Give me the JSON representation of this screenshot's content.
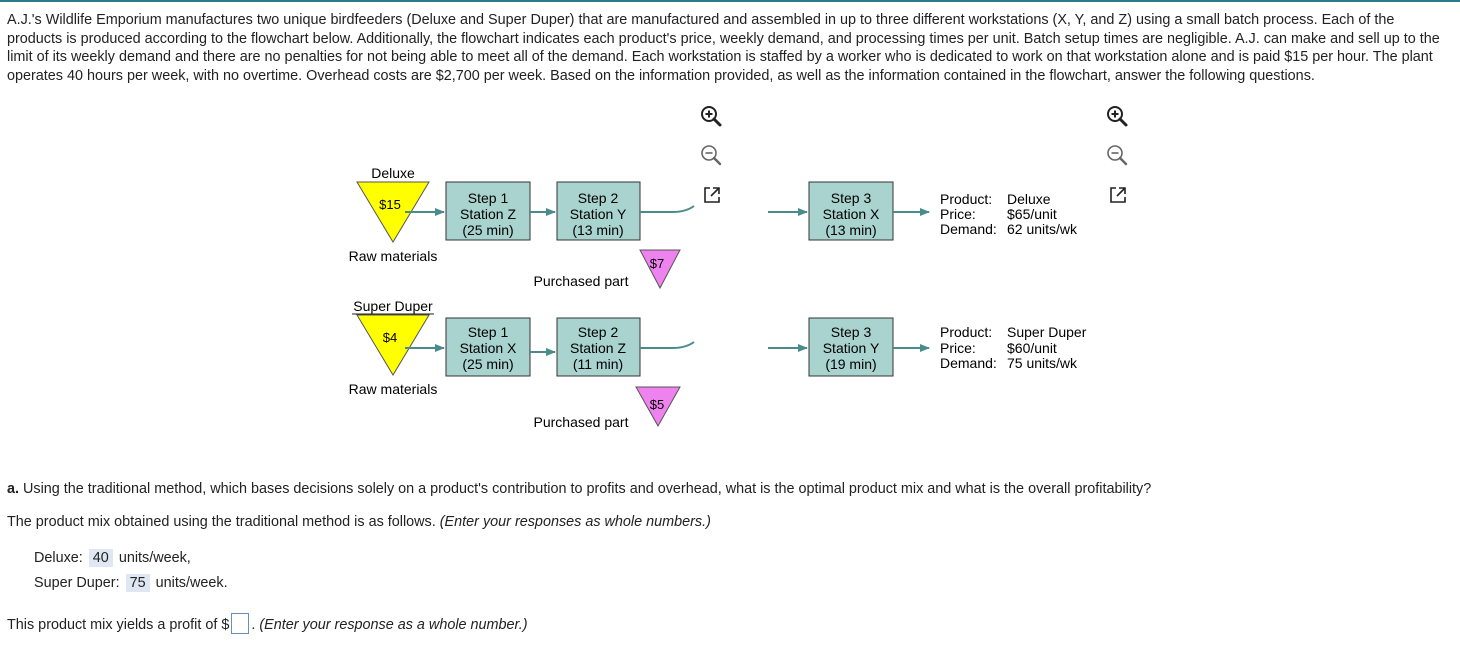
{
  "intro_text": "A.J.'s Wildlife Emporium manufactures two unique birdfeeders (Deluxe and Super Duper) that are manufactured and assembled in up to three different workstations (X, Y, and Z) using a small batch process. Each of the products is produced according to the flowchart below. Additionally, the flowchart indicates each product's price, weekly demand, and processing times per unit. Batch setup times are negligible. A.J. can make and sell up to the limit of its weekly demand and there are no penalties for not being able to meet all of the demand. Each workstation is staffed by a worker who is dedicated to work on that workstation alone and is paid $15 per hour. The plant operates 40 hours per week, with no overtime. Overhead costs are $2,700 per week. Based on the information provided, as well as the information contained in the flowchart, answer the following questions.",
  "flowchart": {
    "deluxe": {
      "label": "Deluxe",
      "raw_cost": "$15",
      "raw_label": "Raw materials",
      "step1": {
        "title": "Step 1",
        "station": "Station Z",
        "time": "(25 min)"
      },
      "step2": {
        "title": "Step 2",
        "station": "Station Y",
        "time": "(13 min)"
      },
      "step3": {
        "title": "Step 3",
        "station": "Station X",
        "time": "(13 min)"
      },
      "purchased_cost": "$7",
      "purchased_label": "Purchased part",
      "product_key": "Product:",
      "product": "Deluxe",
      "price_key": "Price:",
      "price": "$65/unit",
      "demand_key": "Demand:",
      "demand": "62 units/wk"
    },
    "super": {
      "label": "Super Duper",
      "raw_cost": "$4",
      "raw_label": "Raw materials",
      "step1": {
        "title": "Step 1",
        "station": "Station X",
        "time": "(25 min)"
      },
      "step2": {
        "title": "Step 2",
        "station": "Station Z",
        "time": "(11 min)"
      },
      "step3": {
        "title": "Step 3",
        "station": "Station Y",
        "time": "(19 min)"
      },
      "purchased_cost": "$5",
      "purchased_label": "Purchased part",
      "product_key": "Product:",
      "product": "Super Duper",
      "price_key": "Price:",
      "price": "$60/unit",
      "demand_key": "Demand:",
      "demand": "75 units/wk"
    }
  },
  "icons": {
    "zoom_in": "zoom-in-icon",
    "zoom_out": "zoom-out-icon",
    "popout": "external-link-icon"
  },
  "question": {
    "part_label": "a.",
    "part_text": "Using the traditional method, which bases decisions solely on a product's contribution to profits and overhead, what is the optimal product mix and what is the overall profitability?",
    "mix_intro": "The product mix obtained using the traditional method is as follows.",
    "mix_hint": "(Enter your responses as whole numbers.)",
    "deluxe_label": "Deluxe:",
    "deluxe_value": "40",
    "deluxe_unit": "units/week,",
    "super_label": "Super Duper:",
    "super_value": "75",
    "super_unit": "units/week.",
    "profit_prefix": "This product mix yields a profit of $",
    "profit_value": "",
    "profit_suffix": ".",
    "profit_hint": "(Enter your response as a whole number.)"
  },
  "colors": {
    "box_fill": "#a9d3cf",
    "raw_fill": "#ffff00",
    "purchased_fill": "#ee82ee",
    "arrow": "#4a8c8c",
    "accent_line": "#2b7a8a"
  }
}
